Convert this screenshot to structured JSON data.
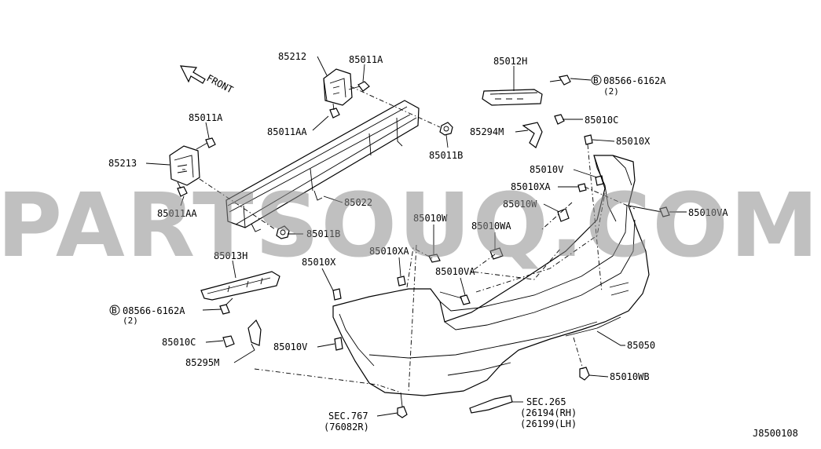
{
  "watermark": "PARTSOUQ.COM",
  "diagram_code": "J8500108",
  "front_label": "FRONT",
  "labels": {
    "p85212": "85212",
    "p85011a_top": "85011A",
    "p85011aa_top": "85011AA",
    "p85011a_left": "85011A",
    "p85213": "85213",
    "p85011aa_left": "85011AA",
    "p85022": "85022",
    "p85011b_right": "85011B",
    "p85011b_low": "85011B",
    "p85012h": "85012H",
    "bolt_right": "08566-6162A",
    "bolt_right_qty": "(2)",
    "p85294m": "85294M",
    "p85010c_right": "85010C",
    "p85010x_right": "85010X",
    "p85010v_right": "85010V",
    "p85010xa_right": "85010XA",
    "p85010w_right": "85010W",
    "p85010va_right": "85010VA",
    "p85010w_mid": "85010W",
    "p85010wa": "85010WA",
    "p85013h": "85013H",
    "p85010xa_mid": "85010XA",
    "p85010va_mid": "85010VA",
    "p85010x_left": "85010X",
    "bolt_left": "08566-6162A",
    "bolt_left_qty": "(2)",
    "p85010c_left": "85010C",
    "p85010v_left": "85010V",
    "p85295m": "85295M",
    "p85050": "85050",
    "p85010wb": "85010WB",
    "sec767": "SEC.767",
    "sec767_sub": "(76082R)",
    "sec265": "SEC.265",
    "sec265_rh": "(26194(RH)",
    "sec265_lh": "(26199(LH)"
  },
  "bolt_marker": "B"
}
